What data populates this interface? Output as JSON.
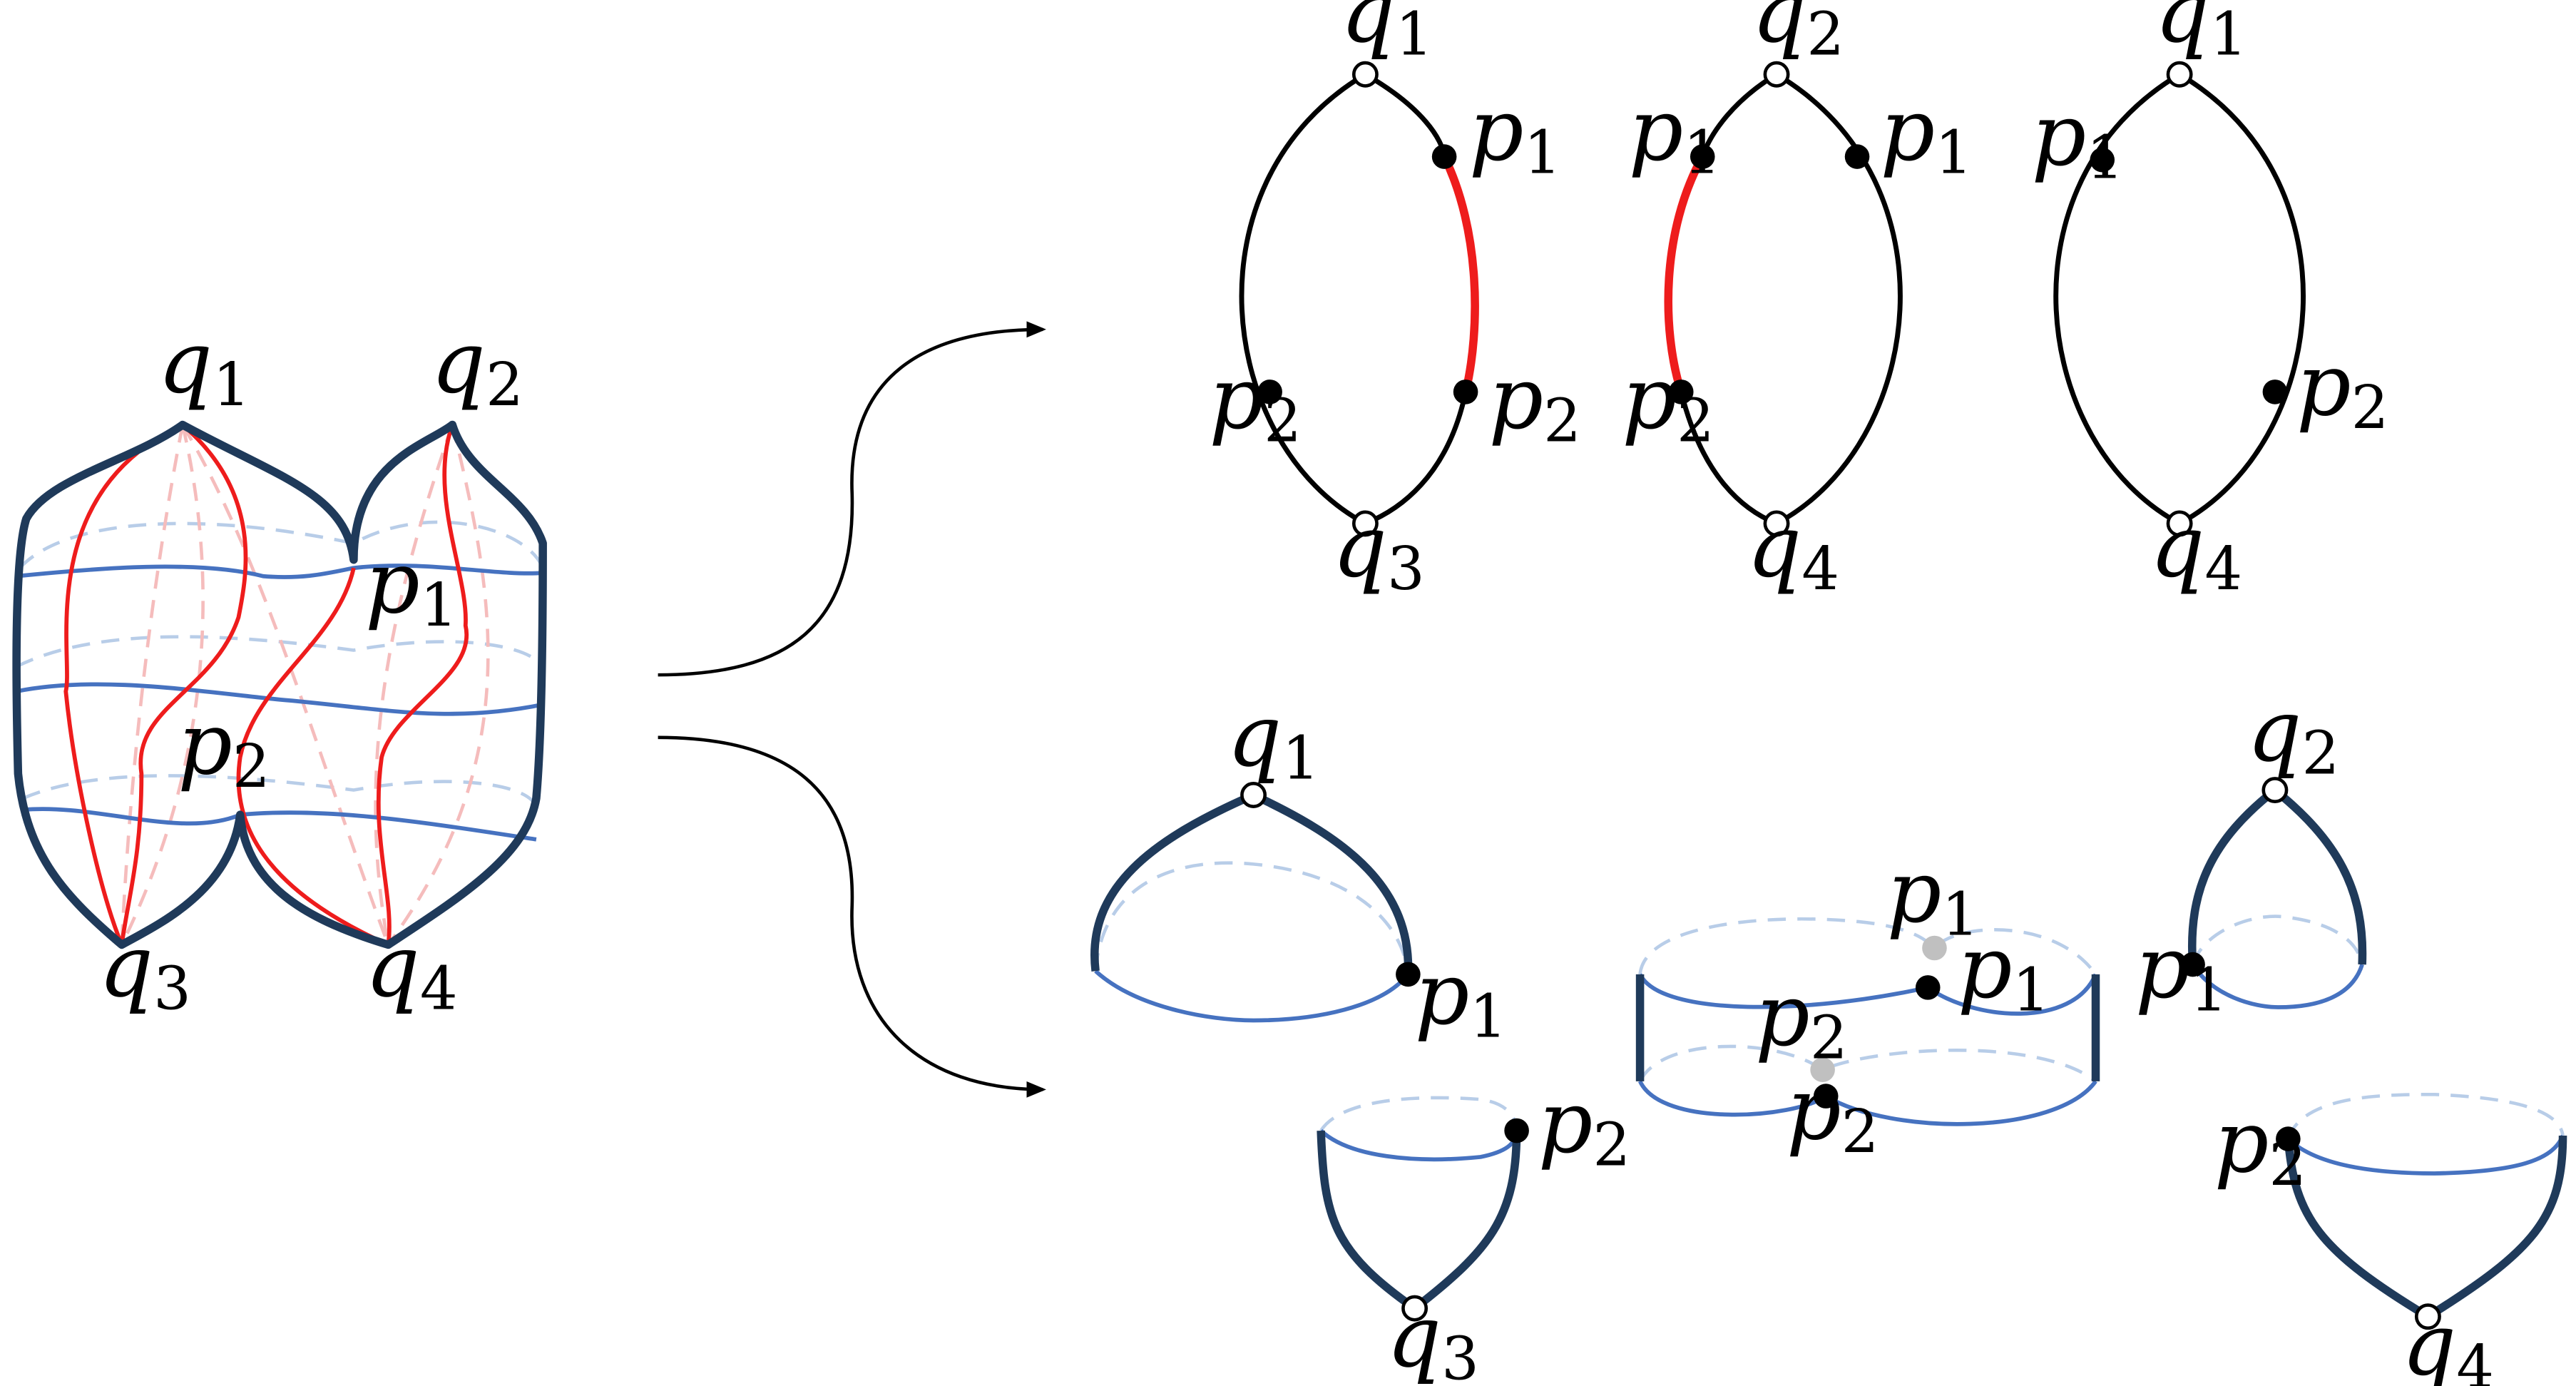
{
  "labels": {
    "q": "q",
    "p": "p",
    "s1": "1",
    "s2": "2",
    "s3": "3",
    "s4": "4"
  },
  "colors": {
    "dark_outline": "#1f3a5a",
    "blue_curve": "#4672c0",
    "light_blue_dashed": "#b8cde8",
    "red_curve": "#ee1c1c",
    "light_red_dashed": "#f5bcbc",
    "black": "#000000",
    "grey_point": "#c0c0c0"
  }
}
